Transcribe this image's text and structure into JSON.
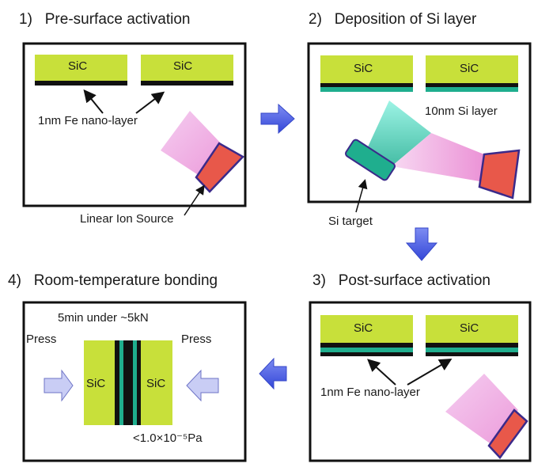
{
  "panels": [
    {
      "step": "1)",
      "title": "Pre-surface activation",
      "labels": {
        "layer": "1nm Fe nano-layer",
        "source": "Linear Ion Source"
      }
    },
    {
      "step": "2)",
      "title": "Deposition of Si layer",
      "labels": {
        "layer": "10nm Si layer",
        "target": "Si target"
      }
    },
    {
      "step": "3)",
      "title": "Post-surface activation",
      "labels": {
        "layer": "1nm Fe nano-layer"
      }
    },
    {
      "step": "4)",
      "title": "Room-temperature bonding",
      "labels": {
        "condition": "5min under ~5kN",
        "press_left": "Press",
        "press_right": "Press",
        "pressure": "<1.0×10⁻⁵Pa"
      }
    }
  ],
  "material": "SiC",
  "colors": {
    "sic": "#c8e03a",
    "fe": "#111111",
    "si": "#1fae8e",
    "flow_arrow": "#4a5ee8",
    "ion_source": "#e8584a",
    "plasma": "#ee8fd8",
    "press_arrow": "#c9cdf5"
  }
}
